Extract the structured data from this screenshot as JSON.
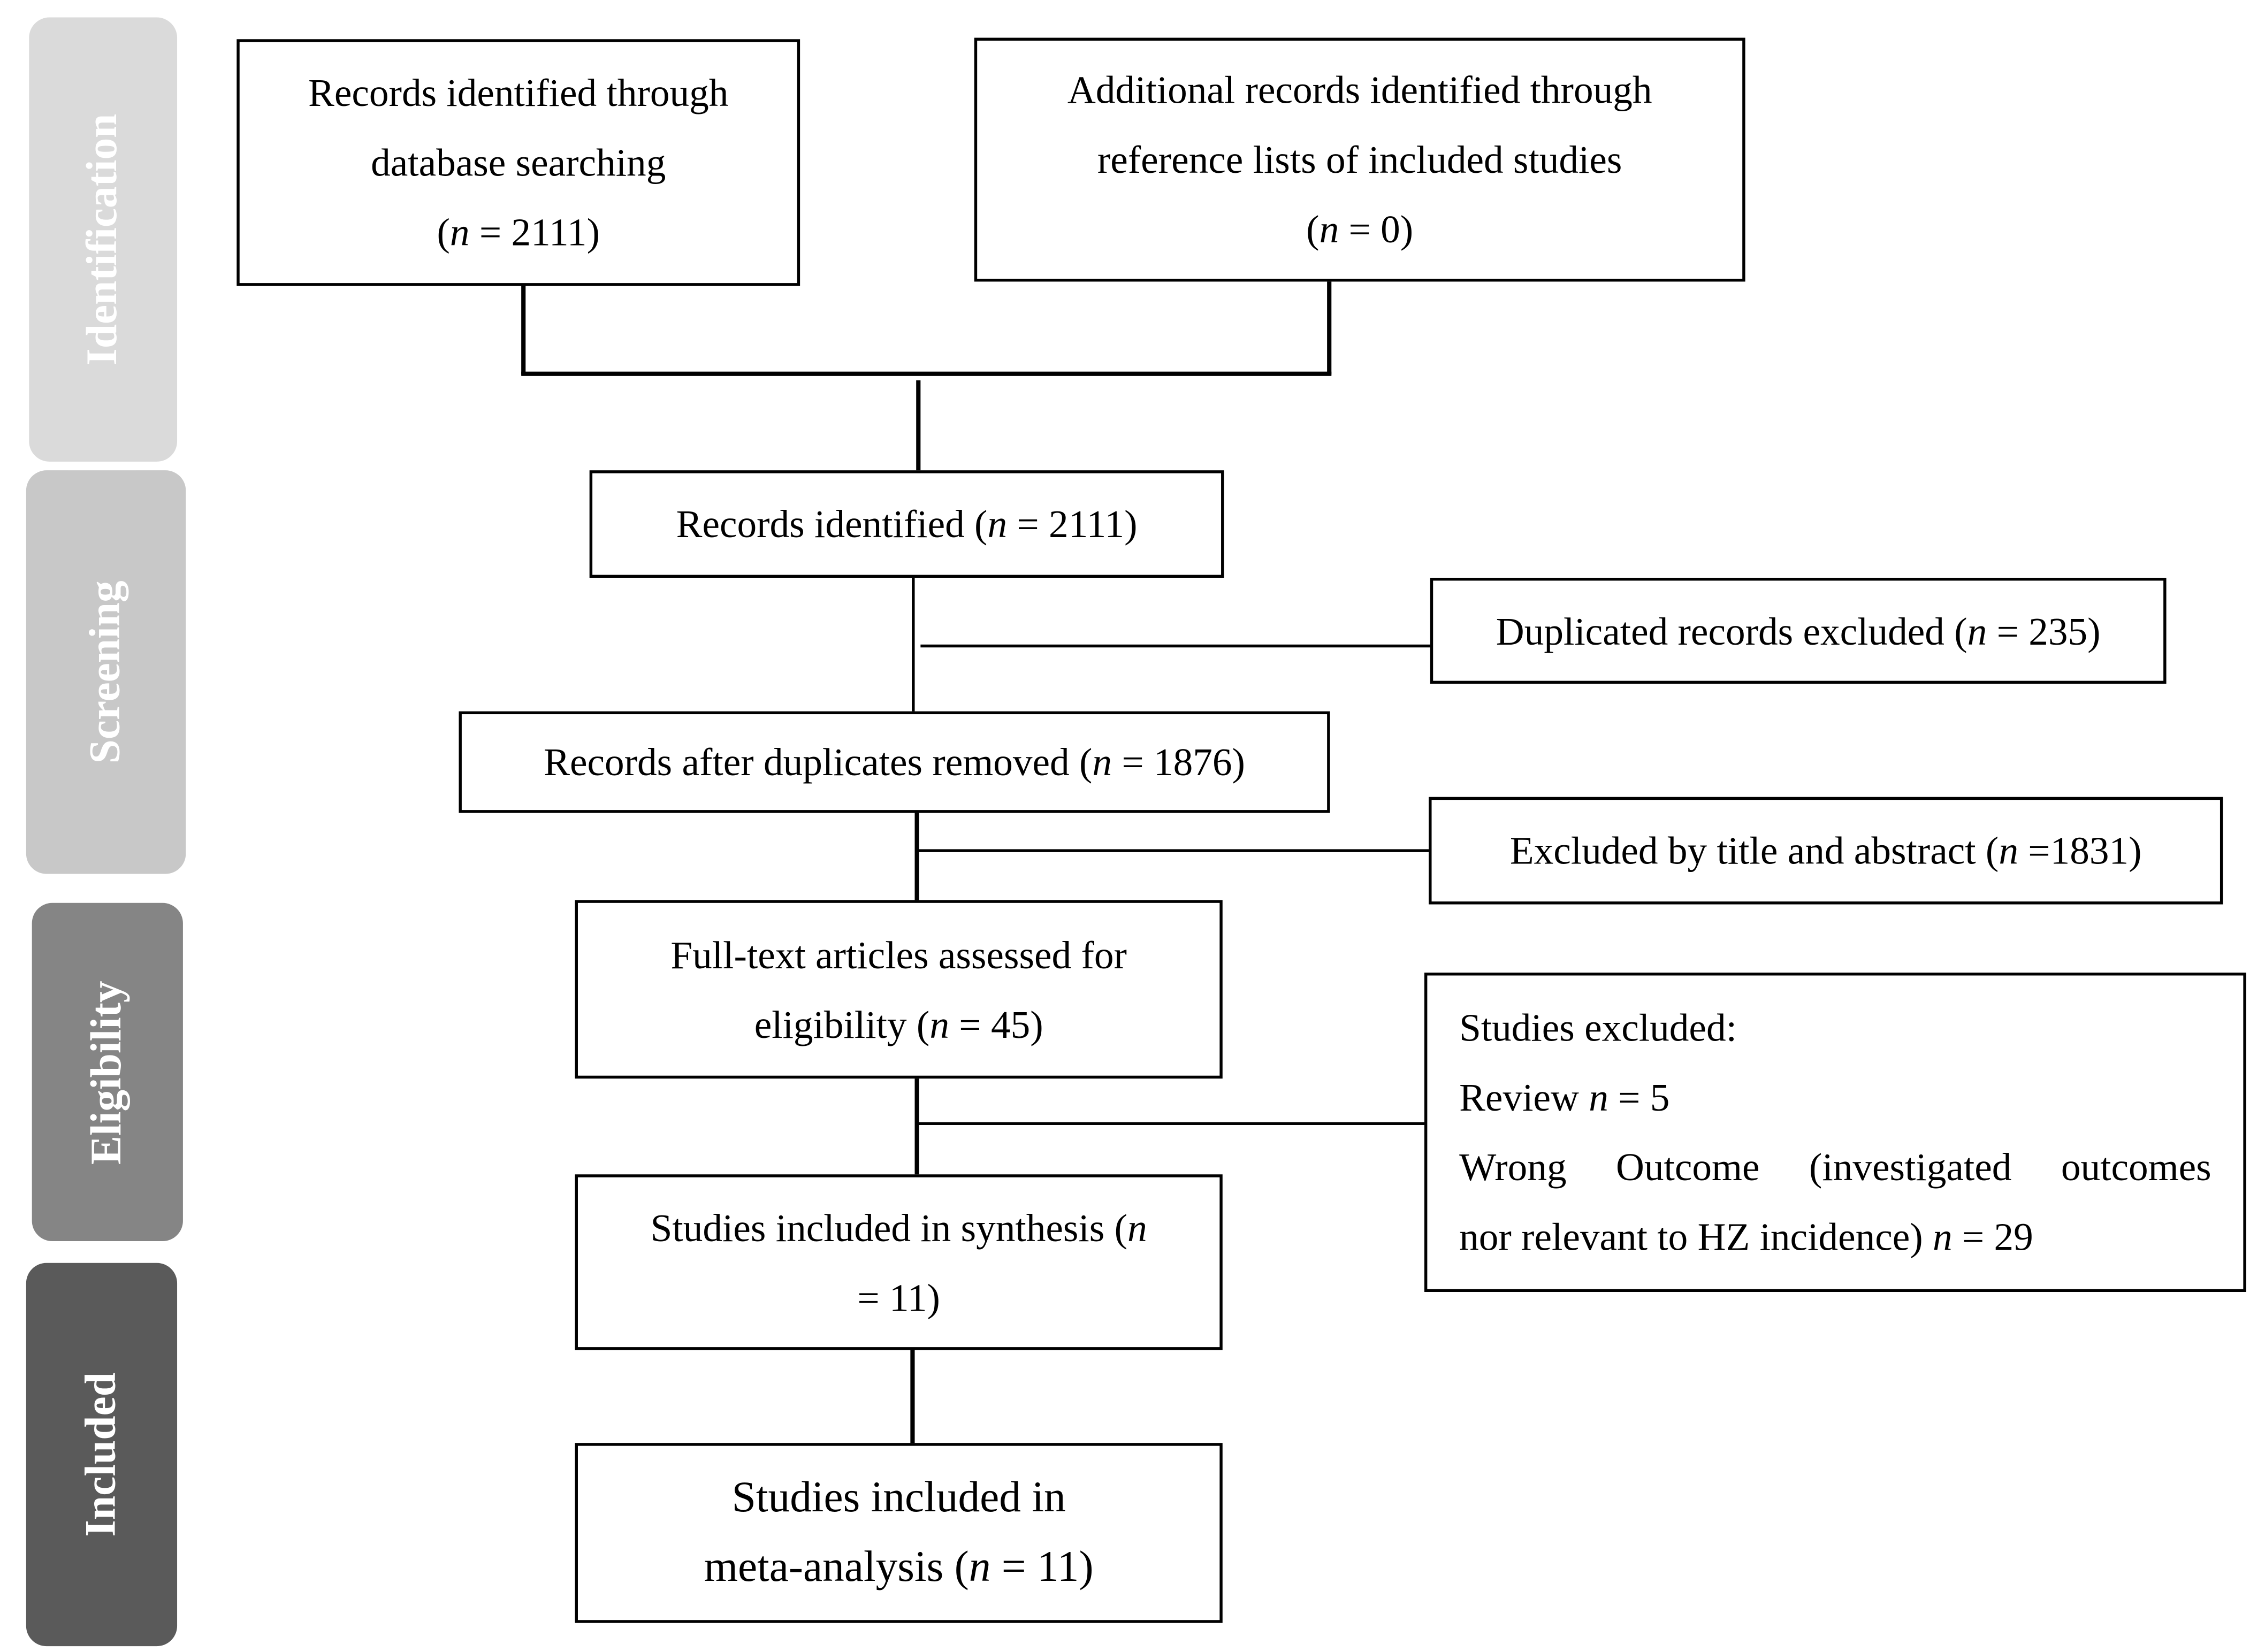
{
  "phases": [
    {
      "label": "Identification",
      "color": "#dadada"
    },
    {
      "label": "Screening",
      "color": "#c8c8c8"
    },
    {
      "label": "Eligibility",
      "color": "#858585"
    },
    {
      "label": "Included",
      "color": "#5a5a5a"
    }
  ],
  "boxes": {
    "db_search": {
      "line1": "Records identified through",
      "line2": "database searching",
      "line3_pre": "(",
      "n_var": "n",
      "line3_post": " = 2111)"
    },
    "additional": {
      "line1": "Additional records identified through",
      "line2": "reference lists of included studies",
      "line3_pre": "(",
      "n_var": "n",
      "line3_post": " = 0)"
    },
    "identified": {
      "pre": "Records identified (",
      "n_var": "n",
      "post": " = 2111)"
    },
    "duplicates_excluded": {
      "pre": "Duplicated records excluded (",
      "n_var": "n",
      "post": " = 235)"
    },
    "after_duplicates": {
      "pre": "Records after duplicates removed (",
      "n_var": "n",
      "post": " = 1876)"
    },
    "title_abstract_excluded": {
      "pre": "Excluded by title and abstract (",
      "n_var": "n",
      "post": " =1831)"
    },
    "fulltext": {
      "line1": "Full-text articles assessed for",
      "line2_pre": "eligibility (",
      "n_var": "n",
      "line2_post": " = 45)"
    },
    "studies_excluded": {
      "heading": "Studies excluded:",
      "review_pre": "Review ",
      "n_var": "n",
      "review_post": " = 5",
      "wrong_line1": "Wrong Outcome (investigated outcomes",
      "wrong_line2_pre": "nor relevant to HZ incidence) ",
      "wrong_line2_post": " = 29"
    },
    "synthesis": {
      "line1_pre": "Studies included in synthesis (",
      "n_var": "n",
      "line2": "= 11)"
    },
    "meta": {
      "line1": "Studies included in",
      "line2_pre": "meta-analysis (",
      "n_var": "n",
      "line2_post": " = 11)"
    }
  }
}
